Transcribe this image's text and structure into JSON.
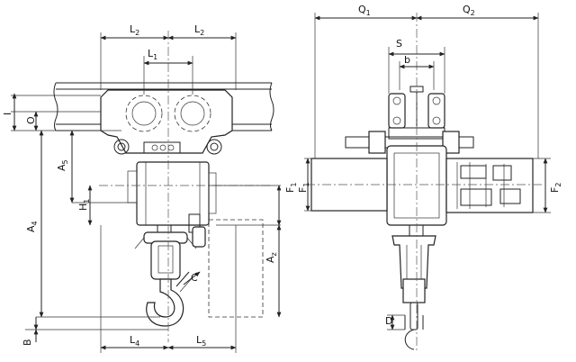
{
  "front_view": {
    "labels": {
      "L2_left": {
        "main": "L",
        "sub": "2"
      },
      "L2_right": {
        "main": "L",
        "sub": "2"
      },
      "L1": {
        "main": "L",
        "sub": "1"
      },
      "I": {
        "main": "I",
        "sub": ""
      },
      "O": {
        "main": "O",
        "sub": ""
      },
      "A5": {
        "main": "A",
        "sub": "5"
      },
      "H1": {
        "main": "H",
        "sub": "1"
      },
      "A4": {
        "main": "A",
        "sub": "4"
      },
      "Az": {
        "main": "A",
        "sub": "z"
      },
      "F1": {
        "main": "F",
        "sub": "1"
      },
      "C": {
        "main": "C",
        "sub": ""
      },
      "B": {
        "main": "B",
        "sub": ""
      },
      "L4": {
        "main": "L",
        "sub": "4"
      },
      "L5": {
        "main": "L",
        "sub": "5"
      }
    }
  },
  "side_view": {
    "labels": {
      "Q1": {
        "main": "Q",
        "sub": "1"
      },
      "Q2": {
        "main": "Q",
        "sub": "2"
      },
      "S": {
        "main": "S",
        "sub": ""
      },
      "b": {
        "main": "b",
        "sub": ""
      },
      "F2": {
        "main": "F",
        "sub": "2"
      },
      "D": {
        "main": "D",
        "sub": ""
      }
    }
  },
  "colors": {
    "line": "#222222",
    "background": "#ffffff"
  }
}
